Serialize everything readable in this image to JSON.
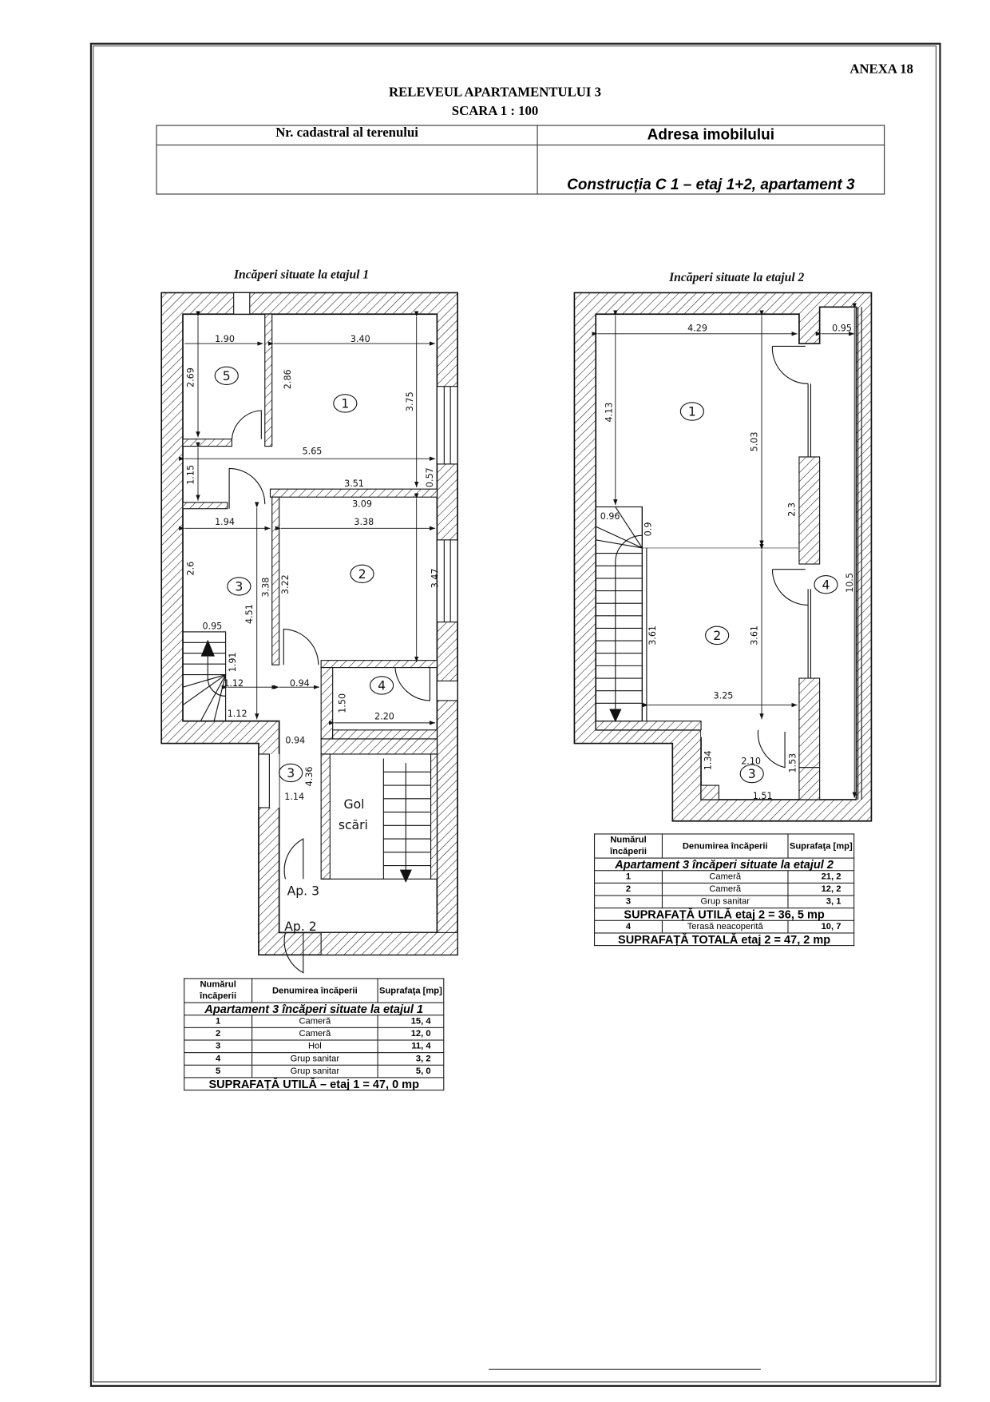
{
  "header": {
    "annex": "ANEXA 18",
    "title": "RELEVEUL APARTAMENTULUI 3",
    "scale": "SCARA  1 : 100",
    "col_cadastral": "Nr. cadastral al terenului",
    "col_address": "Adresa imobilului",
    "cadastral_value": "",
    "address_value": "Construcția C 1 – etaj 1+2, apartament 3"
  },
  "plan1": {
    "title": "Incăperi situate la etajul 1",
    "dims": [
      "1.90",
      "3.40",
      "2.69",
      "2.86",
      "3.75",
      "5.65",
      "1.15",
      "0.57",
      "3.51",
      "3.09",
      "1.94",
      "3.38",
      "2.6",
      "3.38",
      "3.22",
      "3.47",
      "4.51",
      "0.95",
      "1.91",
      "1.12",
      "0.94",
      "1.50",
      "2.20",
      "1.12",
      "0.94",
      "4.36",
      "1.14"
    ],
    "rooms": [
      "5",
      "1",
      "2",
      "3",
      "4",
      "3"
    ],
    "labels": {
      "gol": "Gol",
      "scari": "scări",
      "ap3": "Ap. 3",
      "ap2": "Ap. 2"
    }
  },
  "plan2": {
    "title": "Incăperi situate la etajul 2",
    "dims": [
      "4.29",
      "0.95",
      "4.13",
      "5.03",
      "2.3",
      "0.96",
      "0.9",
      "10.5",
      "3.61",
      "3.61",
      "3.25",
      "1.34",
      "2.10",
      "1.53",
      "1.51"
    ],
    "rooms": [
      "1",
      "4",
      "2",
      "3"
    ]
  },
  "table1": {
    "headers": [
      "Numărul încăperii",
      "Denumirea încăperii",
      "Suprafaţa [mp]"
    ],
    "subtitle": "Apartament 3 încăperi situate la etajul  1",
    "rows": [
      [
        "1",
        "Cameră",
        "15, 4"
      ],
      [
        "2",
        "Cameră",
        "12, 0"
      ],
      [
        "3",
        "Hol",
        "11, 4"
      ],
      [
        "4",
        "Grup sanitar",
        "3, 2"
      ],
      [
        "5",
        "Grup sanitar",
        "5, 0"
      ]
    ],
    "total": "SUPRAFAȚĂ UTILĂ – etaj 1 = 47, 0 mp"
  },
  "table2": {
    "headers": [
      "Numărul încăperii",
      "Denumirea încăperii",
      "Suprafaţa [mp]"
    ],
    "subtitle": "Apartament 3 încăperi situate la etajul  2",
    "rows": [
      [
        "1",
        "Cameră",
        "21, 2"
      ],
      [
        "2",
        "Cameră",
        "12, 2"
      ],
      [
        "3",
        "Grup sanitar",
        "3, 1"
      ]
    ],
    "useful": "SUPRAFAȚĂ UTILĂ etaj 2 = 36, 5 mp",
    "extra_row": [
      "4",
      "Terasă neacoperită",
      "10, 7"
    ],
    "total": "SUPRAFAȚĂ TOTALĂ etaj 2 = 47, 2 mp"
  }
}
